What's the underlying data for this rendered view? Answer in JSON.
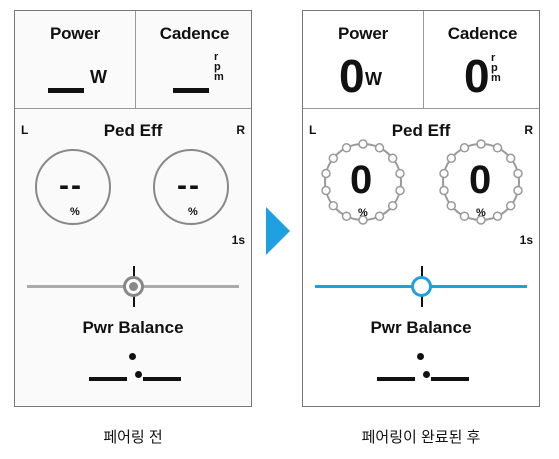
{
  "before": {
    "power_label": "Power",
    "power_unit": "W",
    "cadence_label": "Cadence",
    "cadence_unit_r": "r",
    "cadence_unit_p": "p",
    "cadence_unit_m": "m",
    "left_side": "L",
    "right_side": "R",
    "ped_eff_label": "Ped Eff",
    "left_value": "--",
    "right_value": "--",
    "percent": "%",
    "rate": "1s",
    "pwr_balance_label": "Pwr Balance",
    "caption": "페어링 전"
  },
  "after": {
    "power_label": "Power",
    "power_value": "0",
    "power_unit": "W",
    "cadence_label": "Cadence",
    "cadence_value": "0",
    "cadence_unit_r": "r",
    "cadence_unit_p": "p",
    "cadence_unit_m": "m",
    "left_side": "L",
    "right_side": "R",
    "ped_eff_label": "Ped Eff",
    "left_value": "0",
    "right_value": "0",
    "percent": "%",
    "rate": "1s",
    "pwr_balance_label": "Pwr Balance",
    "caption": "페어링이 완료된 후"
  },
  "colors": {
    "accent": "#1fa0e0",
    "slider_inactive": "#aaaaaa"
  },
  "icons": {
    "transition": "arrow-right-icon"
  }
}
